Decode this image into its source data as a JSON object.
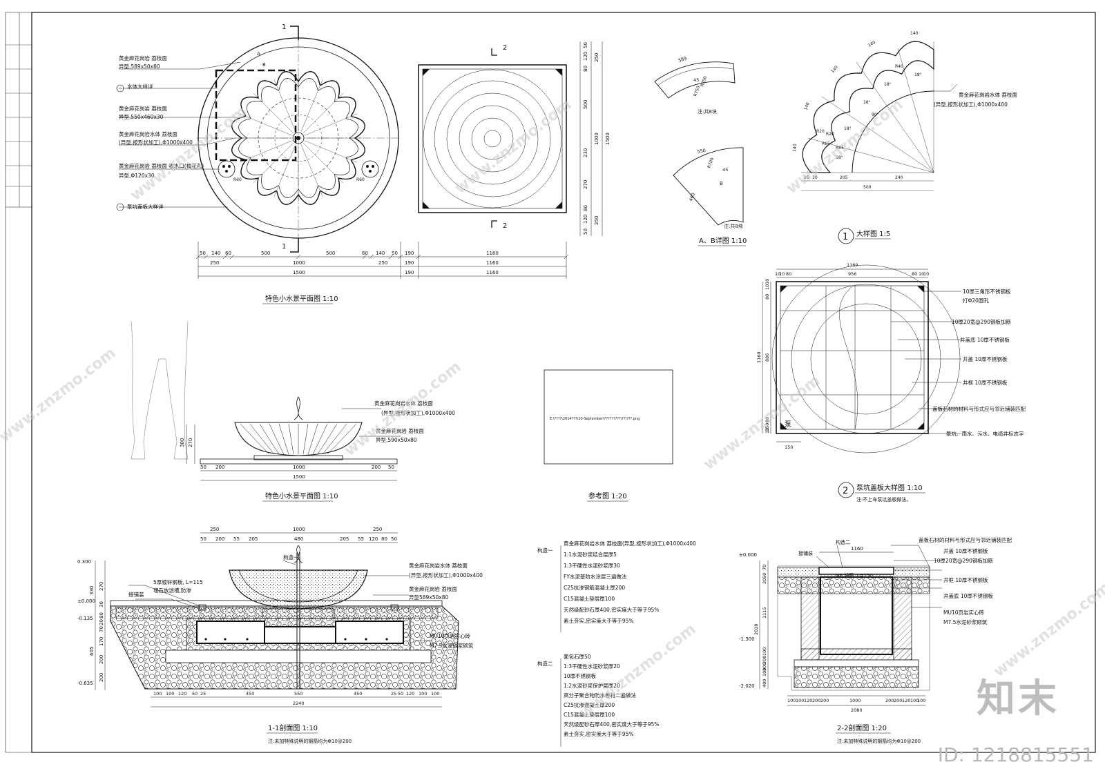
{
  "plan1": {
    "title": "特色小水景平面图 1:10",
    "notes": [
      "黄金麻花岗岩 荔枝面",
      "异型,589x50x80",
      "水体大样详",
      "黄金麻花岗岩 荔枝面",
      "异型,550x460x30",
      "黄金麻花岗岩水体 荔枝面",
      "(异型,按形状加工),Φ1000x400",
      "黄金麻花岗岩 荔枝面 收水口(梅花孔)",
      "异型,Φ120x30",
      "泵坑盖板大样详"
    ],
    "dim_row1": [
      "50",
      "140",
      "60",
      "500",
      "500",
      "60",
      "140",
      "50"
    ],
    "dim_row2": [
      "250",
      "1000",
      "250"
    ],
    "dim_row3": [
      "1500"
    ],
    "labels": [
      "A",
      "B",
      "R60",
      "R60",
      "1",
      "1"
    ],
    "sq_dims_top": [
      "190",
      "1160"
    ],
    "sq_dims_mid": [
      "190",
      "1160"
    ],
    "sq_dims_bot": [
      "190",
      "1160"
    ],
    "sq_side_dims": [
      "50",
      "120",
      "80",
      "500",
      "230",
      "270",
      "80",
      "120",
      "50"
    ],
    "sq_side_groups": [
      "250",
      "1000",
      "250"
    ],
    "sq_total": "1500",
    "sec2": "2"
  },
  "ab_detail": {
    "title": "A、B详图 1:10",
    "a_dims": [
      "589",
      "45",
      "R750",
      "R700"
    ],
    "a_note": "注:共8块",
    "b_dims": [
      "550",
      "R700",
      "45",
      "460"
    ],
    "b_label": "B",
    "b_note": "注:共8块"
  },
  "detail1": {
    "title": "大样图 1:5",
    "num": "1",
    "note1": "黄金麻花岗岩水体 荔枝面",
    "note2": "(异型,按形状加工),Φ1000x400",
    "dims": [
      "140",
      "140",
      "140",
      "140",
      "140",
      "18°",
      "18°",
      "18°",
      "18°",
      "18°",
      "90°",
      "R20",
      "R20",
      "R65",
      "R65",
      "R40"
    ],
    "bottom_dims": [
      "25",
      "30",
      "205",
      "240"
    ],
    "bottom_total": "500"
  },
  "elev": {
    "title": "特色小水景平面图 1:10",
    "note1": "黄金麻花岗岩水体 荔枝面",
    "note2": "(异型,按形状加工),Φ1000x400",
    "note3": "黄金麻花岗岩 荔枝面",
    "note4": "异型,590x50x80",
    "dims_row1": [
      "50",
      "200",
      "1000",
      "200",
      "50"
    ],
    "dims_total": "1500",
    "side": [
      "300",
      "270"
    ]
  },
  "ref": {
    "title": "参考图 1:20",
    "path": "E:\\????\\2014???\\10-September\\?????????\\??\\???.png"
  },
  "pit": {
    "title": "泵坑盖板大样图 1:10",
    "num": "2",
    "note_sub": "注:不上车泵坑盖板做法。",
    "top_dims": [
      "10",
      "10",
      "80",
      "956",
      "80",
      "10",
      "10"
    ],
    "top_total": "1160",
    "side_dims": [
      "10",
      "10",
      "80",
      "886",
      "80",
      "150",
      "10"
    ],
    "side_total": "1160",
    "bottom_dim": "150",
    "pump_label": "泵",
    "notes": [
      "10厚三角形不锈钢板",
      "打Φ20圆孔",
      "10厚20宽@290钢板加筋",
      "井盖底 10厚不锈钢板",
      "井盖 10厚不锈钢板",
      "井框 10厚不锈钢板",
      "盖板石材的材料与形式应与邻近铺装匹配",
      "泵坑、雨水、污水、电缆井标志字"
    ]
  },
  "sec11": {
    "title": "1-1剖面图 1:10",
    "note": "注:未加特殊说明的钢筋均为Φ10@200",
    "top_dims1": [
      "250",
      "1000",
      "250"
    ],
    "top_dims2": [
      "50",
      "200",
      "55",
      "205",
      "480",
      "205",
      "55",
      "120",
      "80",
      "50"
    ],
    "levels": [
      "0.300",
      "±0.000",
      "-0.135",
      "-0.635"
    ],
    "side_dims": [
      "330",
      "270",
      "30",
      "80",
      "20",
      "70",
      "170",
      "605",
      "200",
      "200"
    ],
    "labels": [
      "5厚镀锌钢板, L=115",
      "埋石放滤槽,防渗",
      "接铺装",
      "构造一"
    ],
    "notes": [
      "黄金麻花岗岩水体 荔枝面",
      "(异型,按形状加工),Φ1000x400",
      "黄金麻花岗岩 荔枝面",
      "异型589x50x80",
      "MU10页岩实心砖",
      "M7.5水泥砂浆砌筑"
    ],
    "bottom_dims": [
      "100",
      "100",
      "120",
      "50",
      "25",
      "450",
      "550",
      "450",
      "25",
      "50",
      "120",
      "100",
      "100"
    ],
    "bottom_total": "2240"
  },
  "build1": {
    "label": "构造一",
    "lines": [
      "黄金麻花岗岩水体 荔枝面(异型,按形状加工),Φ1000x400",
      "1:1水泥砂浆结合层厚5",
      "1:3干硬性水泥砂浆厚30",
      "FY水泥基防水涂层三遍做法",
      "C25抗渗钢筋混凝土厚200",
      "C15混凝土垫层厚100",
      "天然级配砂石厚400,密实度大于等于95%",
      "素土夯实,密实度大于等于95%"
    ]
  },
  "build2": {
    "label": "构造二",
    "lines": [
      "面包石厚50",
      "1:3干硬性水泥砂浆厚20",
      "10厚不锈钢板",
      "1:2水泥砂浆保护层厚20",
      "高分子聚合物防水卷材二遍做法",
      "C25抗渗混凝土厚200",
      "C15混凝土垫层厚100",
      "天然级配砂石厚400,密实度大于等于95%",
      "素土夯实,密实度大于等于95%"
    ]
  },
  "sec22": {
    "title": "2-2剖面图 1:20",
    "note": "注:未加特殊说明的钢筋均为Φ10@200",
    "levels": [
      "±0.000",
      "-1.300",
      "-2.020"
    ],
    "top_dim": "1160",
    "labels": [
      "构造二",
      "接铺装",
      "Φ6 锚筋, L=150"
    ],
    "notes": [
      "盖板石材的材料与形式应与邻近铺装匹配",
      "井盖 10厚不锈钢板",
      "10厚20宽@290钢板加筋",
      "井框 10厚不锈钢板",
      "井盖底 10厚不锈钢板",
      "MU10页岩实心砖",
      "M7.5水泥砂浆砌筑"
    ],
    "side_dims": [
      "70",
      "50",
      "20",
      "1115",
      "2020",
      "100",
      "200",
      "200",
      "100",
      "400"
    ],
    "bottom_dims": [
      "100",
      "100",
      "120",
      "200",
      "200",
      "1000",
      "200",
      "200",
      "120",
      "100",
      "100"
    ],
    "bottom_total": "2080"
  },
  "watermark": {
    "text": "www.znzmo.com",
    "brand": "知末",
    "id": "ID: 1218815551"
  }
}
